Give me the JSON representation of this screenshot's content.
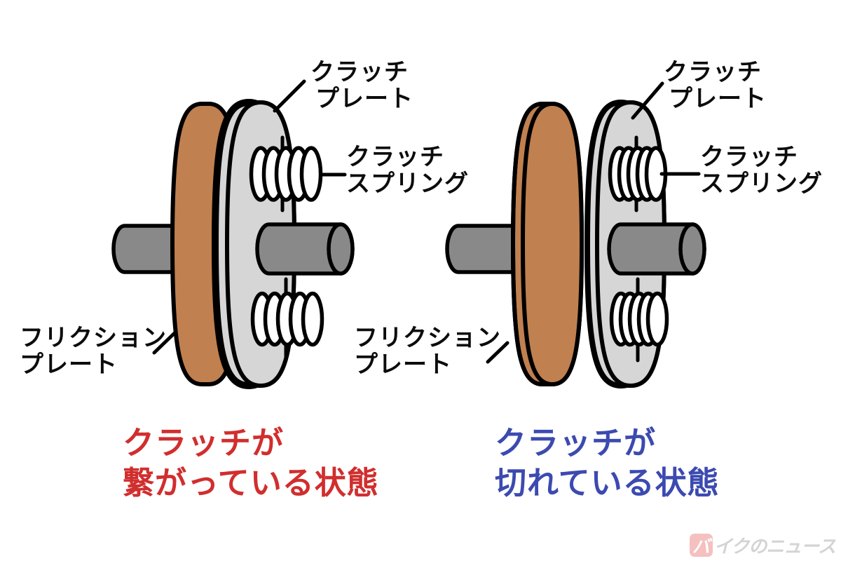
{
  "page": {
    "background": "#ffffff"
  },
  "labels": {
    "clutch_plate": {
      "line1": "クラッチ",
      "line2": "プレート"
    },
    "clutch_spring": {
      "line1": "クラッチ",
      "line2": "スプリング"
    },
    "friction_plate": {
      "line1": "フリクション",
      "line2": "プレート"
    }
  },
  "captions": {
    "engaged": {
      "line1": "クラッチが",
      "line2": "繋がっている状態",
      "color": "#d12e2e"
    },
    "disengaged": {
      "line1": "クラッチが",
      "line2": "切れている状態",
      "color": "#3c4ab0"
    }
  },
  "watermark": {
    "badge_char": "バ",
    "text": "イクのニュース"
  },
  "colors": {
    "friction_plate": "#c0804f",
    "clutch_plate": "#d6d6d6",
    "shaft": "#898989",
    "outline": "#000000",
    "spring_fill": "#ffffff"
  }
}
